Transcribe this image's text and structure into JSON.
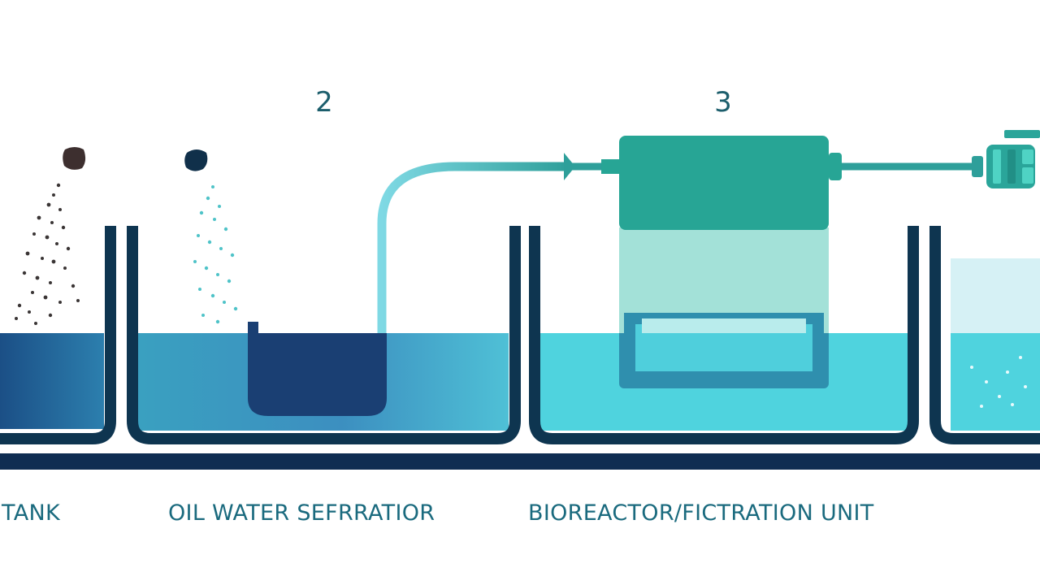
{
  "steps": {
    "separator_number": "2",
    "bioreactor_number": "3"
  },
  "labels": {
    "tank": "TANK",
    "separator": "OIL WATER SEFRRATIOR",
    "bioreactor": "BIOREACTOR/FICTRATION UNIT"
  },
  "colors": {
    "tank_wall": "#0e3550",
    "base_rail": "#0f2d52",
    "water_blue": "#46b9cf",
    "water_cyan": "#4fd3de",
    "oil_navy": "#1a3f73",
    "filter_teal": "#27a595",
    "filter_mint": "#a3e1d8",
    "pipe_teal": "#2e9f9a",
    "label_text": "#1a6a7e"
  }
}
